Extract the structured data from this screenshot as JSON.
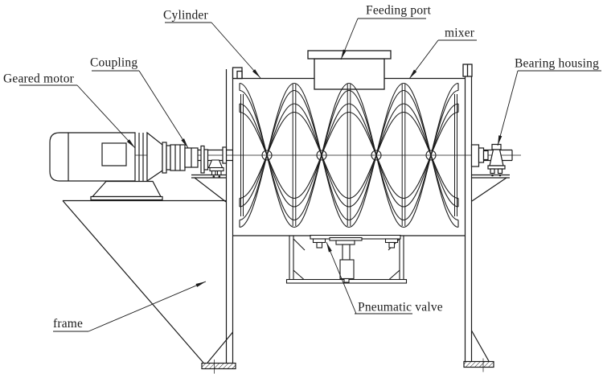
{
  "diagram": {
    "labels": {
      "cylinder": "Cylinder",
      "feeding_port": "Feeding port",
      "mixer": "mixer",
      "bearing_housing": "Bearing housing",
      "coupling": "Coupling",
      "geared_motor": "Geared motor",
      "frame": "frame",
      "pneumatic_valve": "Pneumatic valve"
    },
    "colors": {
      "line": "#1a1a1a",
      "background": "#ffffff"
    }
  }
}
